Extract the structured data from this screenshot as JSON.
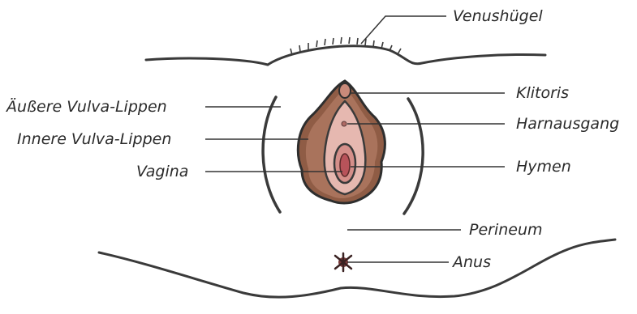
{
  "labels": {
    "mons": "Venushügel",
    "outer_labia": "Äußere Vulva-Lippen",
    "inner_labia": "Innere Vulva-Lippen",
    "vagina": "Vagina",
    "clitoris": "Klitoris",
    "urethra": "Harnausgang",
    "hymen": "Hymen",
    "perineum": "Perineum",
    "anus": "Anus"
  },
  "colors": {
    "outline": "#333333",
    "skin_dark": "#8a5a44",
    "skin_mid": "#b07a60",
    "inner_pink": "#e3b3ad",
    "inner_deep": "#c06a6a",
    "leader": "#333333"
  }
}
